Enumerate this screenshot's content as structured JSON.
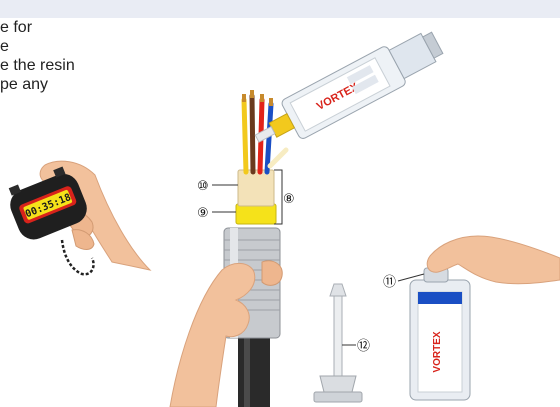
{
  "instructions": [
    "e for",
    "e",
    "e the resin",
    "pe any"
  ],
  "timer": {
    "readout": "00:35:18"
  },
  "callouts": {
    "c8": "⑧",
    "c9": "⑨",
    "c10": "⑩",
    "c11": "⑪",
    "c12": "⑫"
  },
  "brand": "VORTEX",
  "colors": {
    "header": "#e9ecf4",
    "brand_red": "#d8231b",
    "sleeve_yellow": "#f5e21a",
    "wire_red": "#e2231a",
    "wire_blue": "#1a4fc4",
    "wire_yellow": "#f2c91d",
    "wire_brown": "#6b3a1e",
    "skin": "#f2c19c"
  }
}
